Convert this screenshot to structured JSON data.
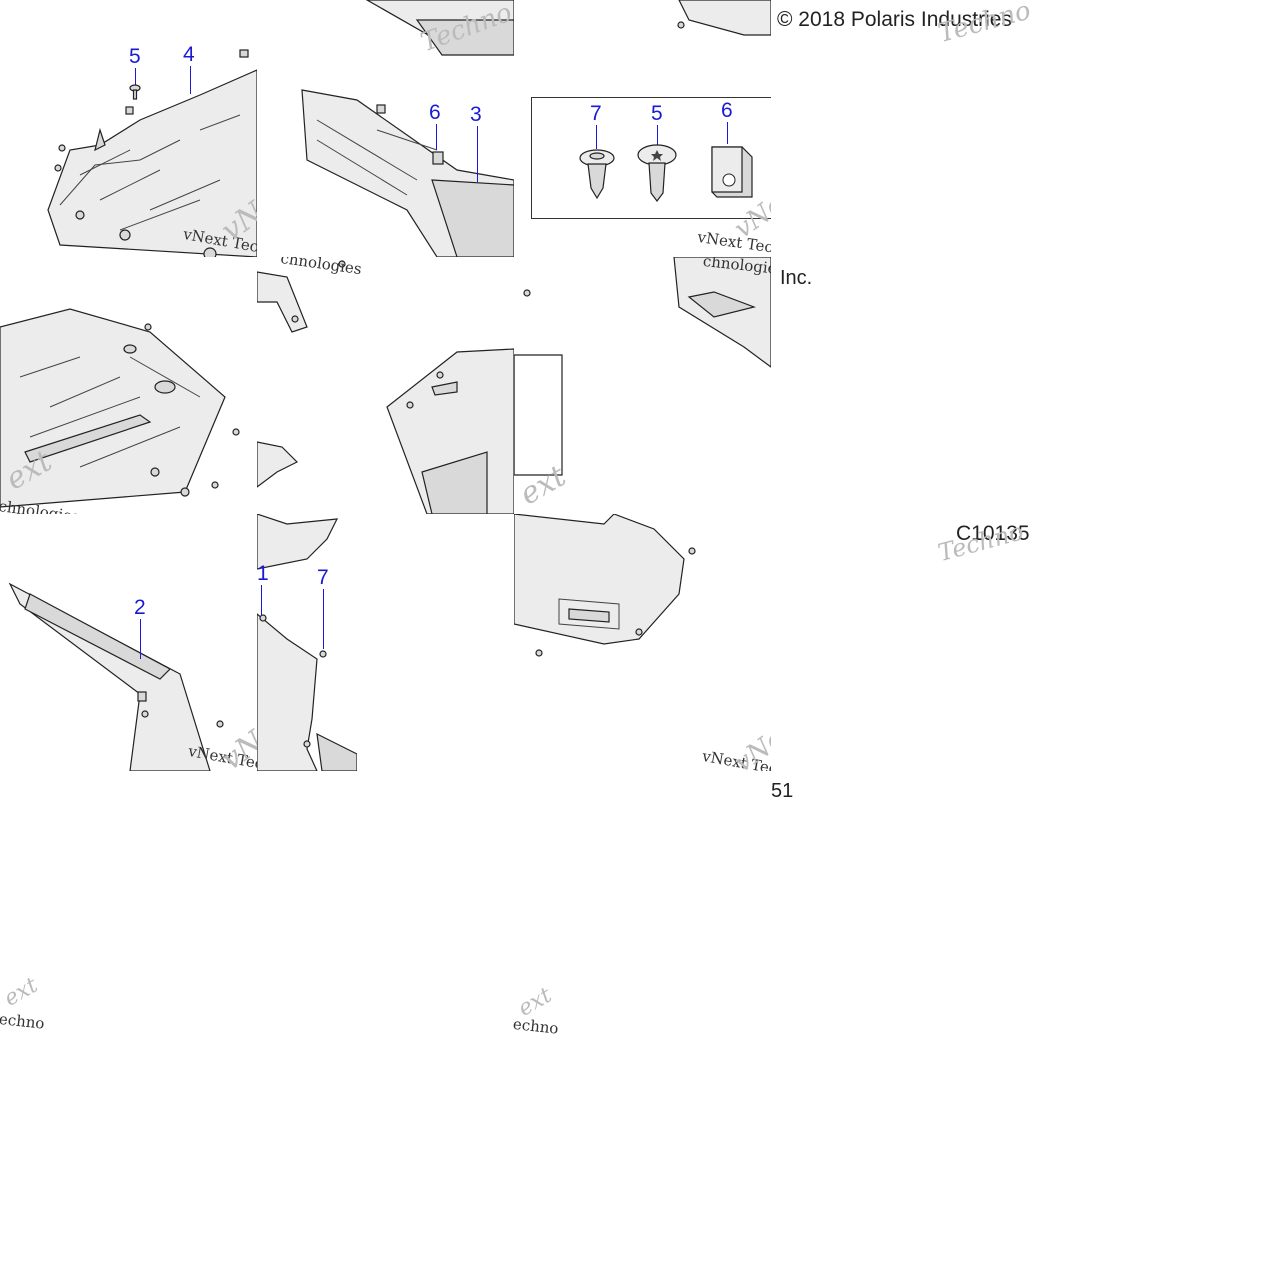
{
  "copyright": "© 2018 Polaris Industries",
  "copyright_tail": "Inc.",
  "figure_code": "C10135",
  "page_fragment": "51",
  "watermark": {
    "brand": "vNext",
    "word": "Technologies",
    "full": "vNext Technologies",
    "fragments": [
      "ext",
      "echno",
      "Techno",
      "chnologies"
    ]
  },
  "callouts": {
    "c5a": "5",
    "c4": "4",
    "c6a": "6",
    "c3": "3",
    "c7a": "7",
    "c5b": "5",
    "c6b": "6",
    "c2": "2",
    "c1": "1",
    "c7b": "7"
  },
  "detail_box": {
    "items": [
      "7",
      "5",
      "6"
    ],
    "item_names": [
      "push-rivet",
      "torx-screw",
      "u-nut-clip"
    ]
  }
}
